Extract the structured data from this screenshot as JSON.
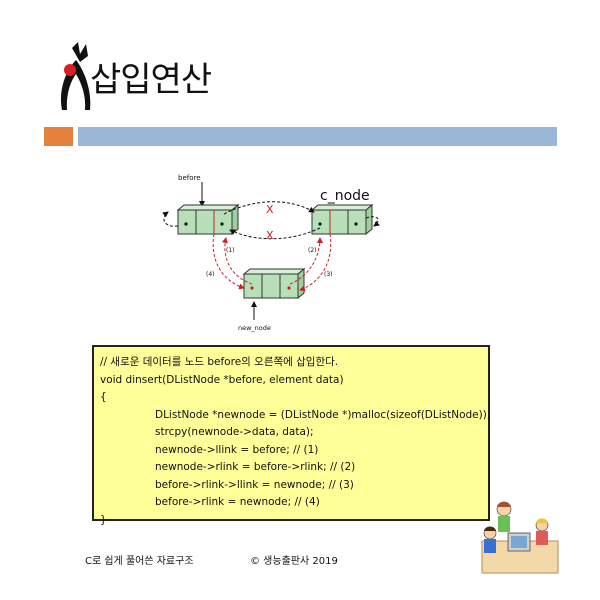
{
  "slide": {
    "title": "삽입연산",
    "accent_orange": "#e4813c",
    "accent_blue": "#9ab7d6"
  },
  "diagram": {
    "labels": {
      "before": "before",
      "c_node": "c_node",
      "new_node": "new_node",
      "step1": "(1)",
      "step2": "(2)",
      "step3": "(3)",
      "step4": "(4)",
      "x_mark": "X"
    },
    "colors": {
      "node_fill": "#b8e0b8",
      "node_stroke": "#333333",
      "red_link": "#cc2222"
    }
  },
  "code": {
    "background": "#ffff99",
    "lines": [
      "// 새로운 데이터를 노드 before의 오른쪽에 삽입한다.",
      "void dinsert(DListNode *before, element data)",
      "{",
      "DListNode *newnode = (DListNode *)malloc(sizeof(DListNode));",
      "strcpy(newnode->data, data);",
      "newnode->llink = before; // (1)",
      "newnode->rlink = before->rlink; // (2)",
      "before->rlink->llink = newnode; // (3)",
      "before->rlink = newnode; // (4)",
      "}"
    ]
  },
  "footer": {
    "book": "C로 쉽게 풀어쓴 자료구조",
    "copyright": "© 생능출판사 2019"
  },
  "icons": {
    "logo": "duke-mascot-icon",
    "decoration": "kids-at-computer-illustration"
  }
}
